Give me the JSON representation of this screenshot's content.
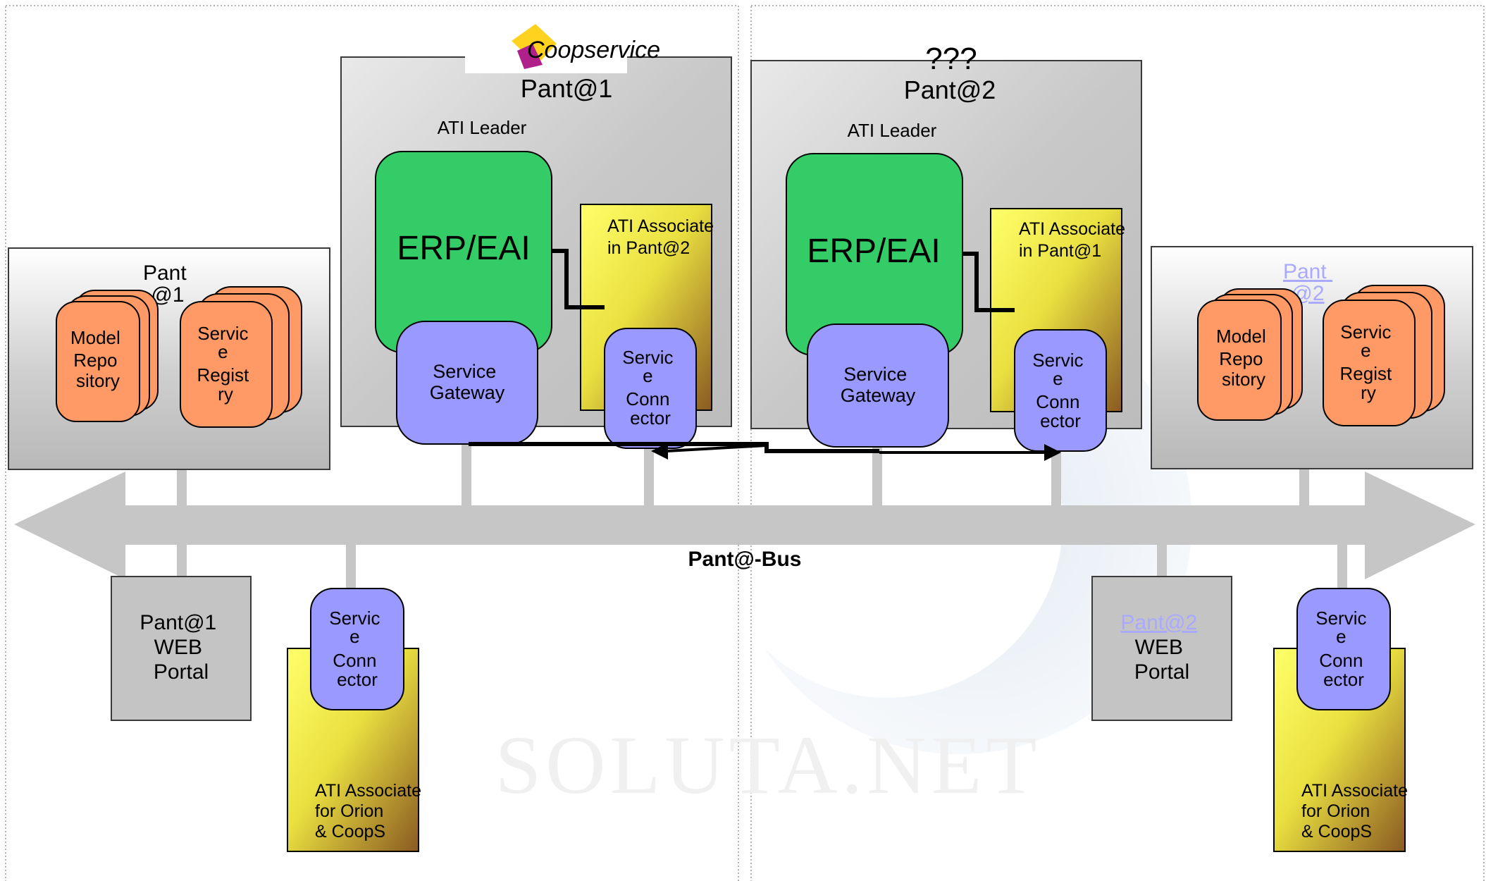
{
  "watermark": {
    "text": "SOLUTA.NET"
  },
  "logo": {
    "text": "Coopservice"
  },
  "bus": {
    "label": "Pant@-Bus"
  },
  "domain_left": {
    "title": "Pant@1",
    "leader_label": "ATI Leader",
    "erp_label": "ERP/EAI",
    "gateway_lines": [
      "Service",
      "Gateway"
    ],
    "associate_lines": [
      "ATI Associate",
      "in Pant@2"
    ],
    "connector_lines": [
      "Servic",
      "e",
      "Conn",
      "ector"
    ]
  },
  "domain_right": {
    "question_mark": "???",
    "title": "Pant@2",
    "leader_label": "ATI Leader",
    "erp_label": "ERP/EAI",
    "gateway_lines": [
      "Service",
      "Gateway"
    ],
    "associate_lines": [
      "ATI Associate",
      "in  Pant@1"
    ],
    "connector_lines": [
      "Servic",
      "e",
      "Conn",
      "ector"
    ]
  },
  "registry_left": {
    "title_lines": [
      "Pant",
      "@1"
    ],
    "model_repo_lines": [
      "Model",
      "Repo",
      "sitory"
    ],
    "service_registry_lines": [
      "Servic",
      "e",
      "Regist",
      "ry"
    ]
  },
  "registry_right": {
    "title_lines": [
      "Pant",
      "@2"
    ],
    "model_repo_lines": [
      "Model",
      "Repo",
      "sitory"
    ],
    "service_registry_lines": [
      "Servic",
      "e",
      "Regist",
      "ry"
    ]
  },
  "portal_left": {
    "lines": [
      "Pant@1",
      "WEB",
      "Portal"
    ]
  },
  "portal_right": {
    "lines": [
      "Pant@2",
      "WEB",
      "Portal"
    ]
  },
  "associate_bottom_left": {
    "connector_lines": [
      "Servic",
      "e",
      "Conn",
      "ector"
    ],
    "label_lines": [
      "ATI Associate",
      "for Orion",
      "& CoopS"
    ]
  },
  "associate_bottom_right": {
    "connector_lines": [
      "Servic",
      "e",
      "Conn",
      "ector"
    ],
    "label_lines": [
      "ATI Associate",
      "for Orion",
      "& CoopS"
    ]
  }
}
